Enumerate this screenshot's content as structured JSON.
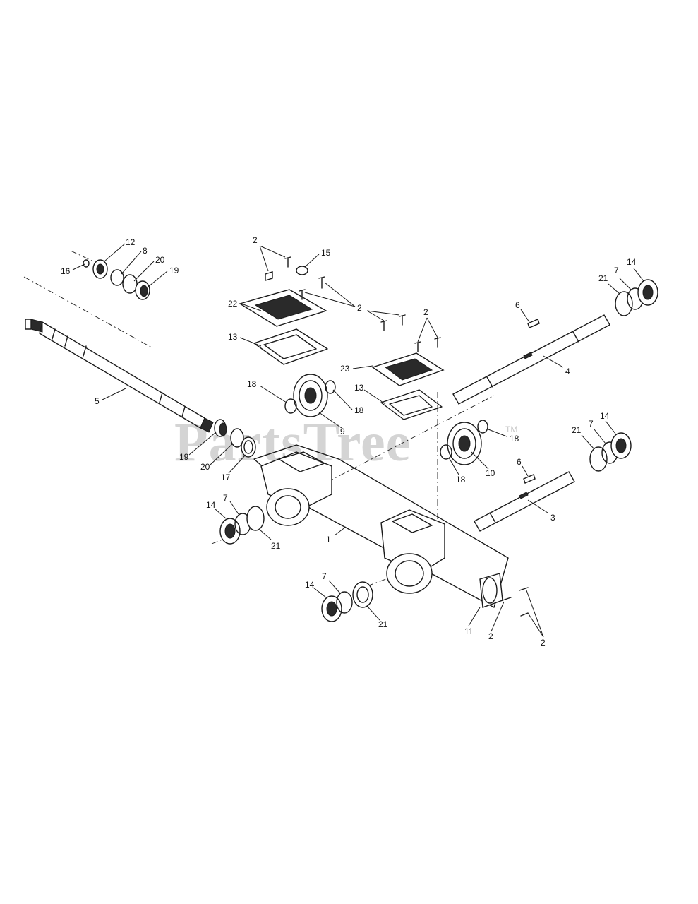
{
  "watermark": {
    "text": "PartsTree",
    "trademark": "TM"
  },
  "callouts": [
    {
      "id": "c12a",
      "label": "12"
    },
    {
      "id": "c8",
      "label": "8"
    },
    {
      "id": "c20a",
      "label": "20"
    },
    {
      "id": "c19a",
      "label": "19"
    },
    {
      "id": "c16",
      "label": "16"
    },
    {
      "id": "c2a",
      "label": "2"
    },
    {
      "id": "c15",
      "label": "15"
    },
    {
      "id": "c2b",
      "label": "2"
    },
    {
      "id": "c2c",
      "label": "2"
    },
    {
      "id": "c22",
      "label": "22"
    },
    {
      "id": "c13a",
      "label": "13"
    },
    {
      "id": "c23",
      "label": "23"
    },
    {
      "id": "c13b",
      "label": "13"
    },
    {
      "id": "c18a",
      "label": "18"
    },
    {
      "id": "c18b",
      "label": "18"
    },
    {
      "id": "c9",
      "label": "9"
    },
    {
      "id": "c5",
      "label": "5"
    },
    {
      "id": "c19b",
      "label": "19"
    },
    {
      "id": "c20b",
      "label": "20"
    },
    {
      "id": "c17",
      "label": "17"
    },
    {
      "id": "c6a",
      "label": "6"
    },
    {
      "id": "c4",
      "label": "4"
    },
    {
      "id": "c21a",
      "label": "21"
    },
    {
      "id": "c7a",
      "label": "7"
    },
    {
      "id": "c14a",
      "label": "14"
    },
    {
      "id": "c18c",
      "label": "18"
    },
    {
      "id": "c18d",
      "label": "18"
    },
    {
      "id": "c10",
      "label": "10"
    },
    {
      "id": "c21b",
      "label": "21"
    },
    {
      "id": "c7b",
      "label": "7"
    },
    {
      "id": "c14b",
      "label": "14"
    },
    {
      "id": "c6b",
      "label": "6"
    },
    {
      "id": "c3",
      "label": "3"
    },
    {
      "id": "c14c",
      "label": "14"
    },
    {
      "id": "c7c",
      "label": "7"
    },
    {
      "id": "c21c",
      "label": "21"
    },
    {
      "id": "c1",
      "label": "1"
    },
    {
      "id": "c14d",
      "label": "14"
    },
    {
      "id": "c7d",
      "label": "7"
    },
    {
      "id": "c21d",
      "label": "21"
    },
    {
      "id": "c11",
      "label": "11"
    },
    {
      "id": "c2d",
      "label": "2"
    },
    {
      "id": "c2e",
      "label": "2"
    }
  ]
}
